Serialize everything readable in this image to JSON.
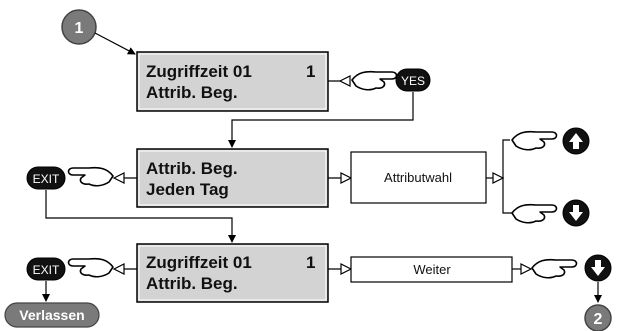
{
  "start_marker": "1",
  "end_marker": "2",
  "lcd1": {
    "line1": "Zugriffzeit 01",
    "line1_value": "1",
    "line2": "Attrib. Beg."
  },
  "lcd2": {
    "line1": "Attrib. Beg.",
    "line2": "Jeden Tag"
  },
  "lcd3": {
    "line1": "Zugriffzeit 01",
    "line1_value": "1",
    "line2": "Attrib. Beg."
  },
  "keys": {
    "yes": "YES",
    "exit": "EXIT"
  },
  "boxes": {
    "attribute_select": "Attributwahl",
    "next": "Weiter"
  },
  "leave_label": "Verlassen",
  "colors": {
    "lcd_fill": "#d3d3d3",
    "circle_fill": "#7a7a7a",
    "key_fill": "#111111",
    "pill_fill": "#7a7a7a"
  }
}
